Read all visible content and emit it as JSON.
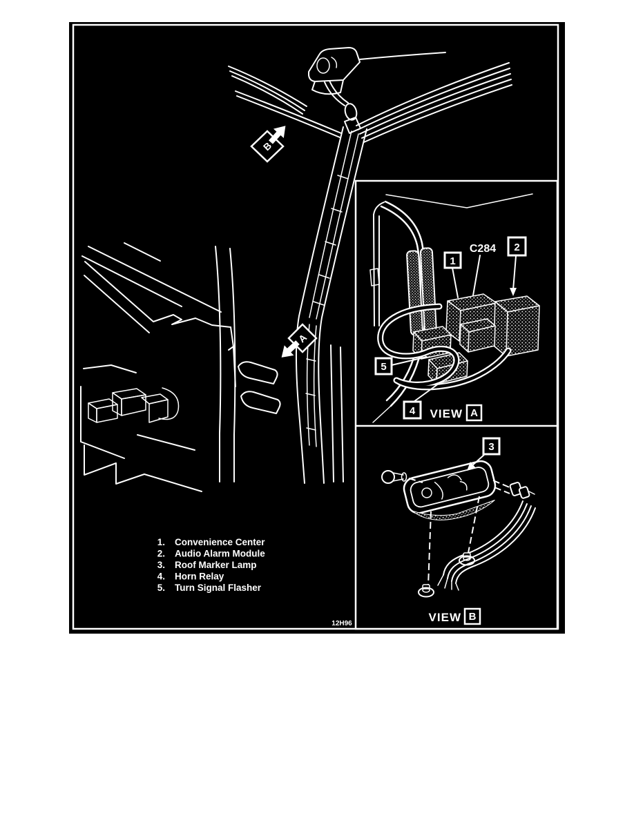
{
  "figure": {
    "code": "12H96",
    "colors": {
      "page_bg": "#ffffff",
      "figure_bg": "#000000",
      "line": "#ffffff"
    },
    "markers": {
      "a": "A",
      "b": "B"
    },
    "legend": {
      "items": [
        {
          "number": "1.",
          "label": "Convenience Center"
        },
        {
          "number": "2.",
          "label": "Audio Alarm Module"
        },
        {
          "number": "3.",
          "label": "Roof Marker Lamp"
        },
        {
          "number": "4.",
          "label": "Horn Relay"
        },
        {
          "number": "5.",
          "label": "Turn Signal Flasher"
        }
      ]
    },
    "view_a": {
      "view_word": "VIEW",
      "letter": "A",
      "connector_label": "C284",
      "callout_1": "1",
      "callout_2": "2",
      "callout_4": "4",
      "callout_5": "5"
    },
    "view_b": {
      "view_word": "VIEW",
      "letter": "B",
      "callout_3": "3"
    }
  }
}
